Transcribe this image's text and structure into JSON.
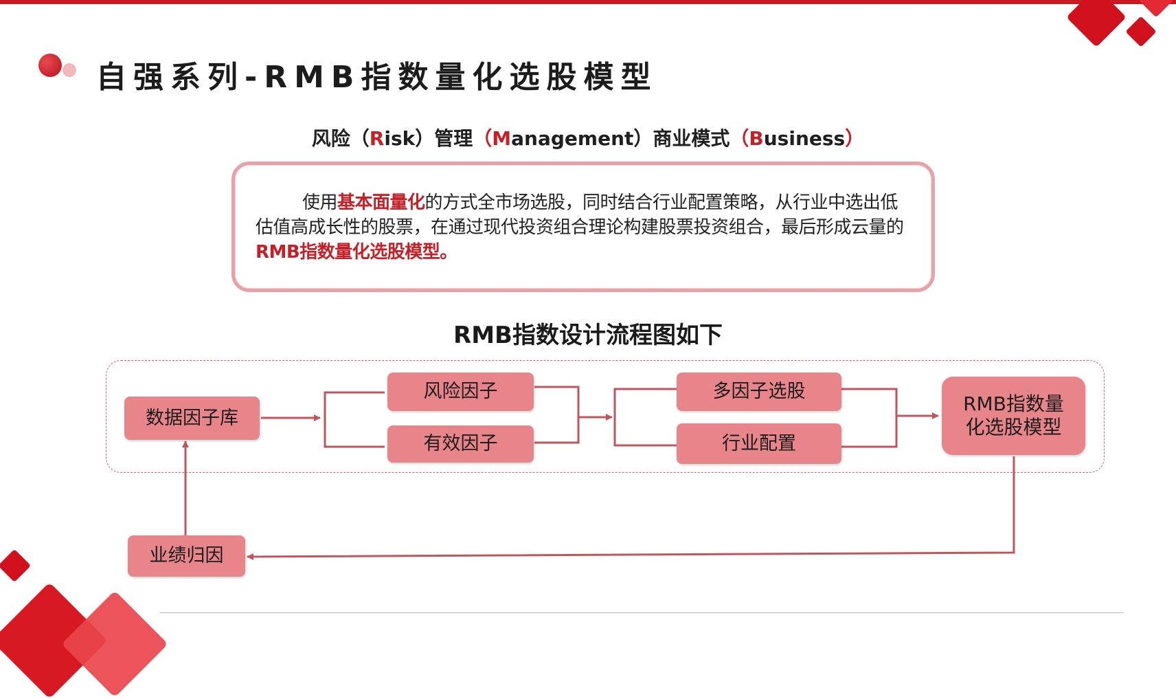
{
  "page": {
    "title": "自强系列-RMB指数量化选股模型"
  },
  "subtitle": {
    "part1": "风险（",
    "r": "R",
    "part2": "isk）管理",
    "part3": "（",
    "m": "M",
    "part4": "anagement）商业模式",
    "part5": "（",
    "b": "B",
    "part6": "usiness",
    "part7": "）"
  },
  "description": {
    "t1": "使用",
    "h1": "基本面量化",
    "t2": "的方式全市场选股，同时结合行业配置策略，从行业中选出低估值高成长性的股票，在通过现代投资组合理论构建股票投资组合，最后形成云量的",
    "h2": "RMB指数量化选股模型。"
  },
  "flowchart": {
    "title": "RMB指数设计流程图如下",
    "nodes": {
      "data_factor_lib": "数据因子库",
      "risk_factor": "风险因子",
      "effective_factor": "有效因子",
      "multi_factor": "多因子选股",
      "industry_alloc": "行业配置",
      "model_line1": "RMB指数量",
      "model_line2": "化选股模型",
      "attribution": "业绩归因"
    }
  },
  "colors": {
    "accent": "#cc1a22",
    "node_fill": "#e8858a",
    "connector": "#c0565d",
    "box_border": "#e6a2a6"
  }
}
